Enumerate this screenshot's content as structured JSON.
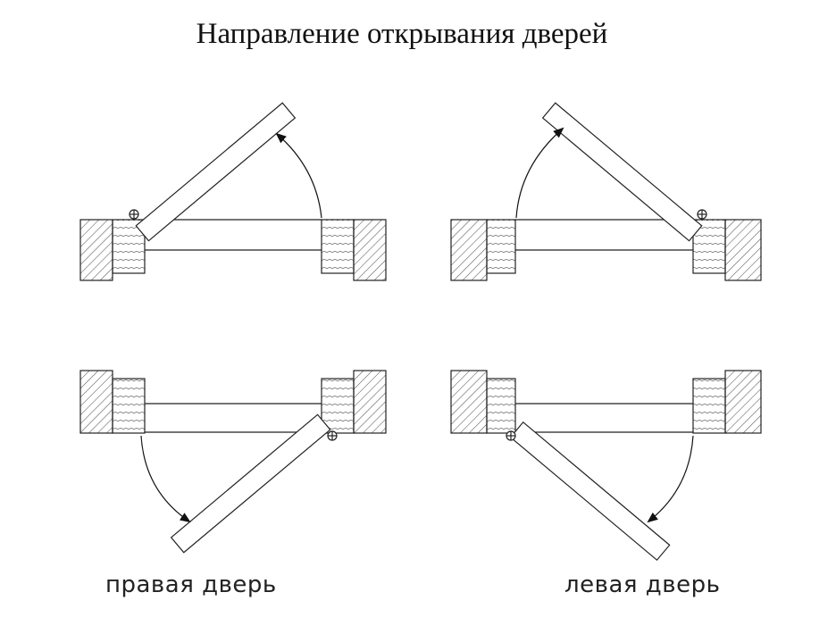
{
  "title": "Направление открывания дверей",
  "labels": {
    "right_door": "правая дверь",
    "left_door": "левая дверь"
  },
  "colors": {
    "line": "#222222",
    "hatch": "#555555",
    "background": "#ffffff"
  }
}
